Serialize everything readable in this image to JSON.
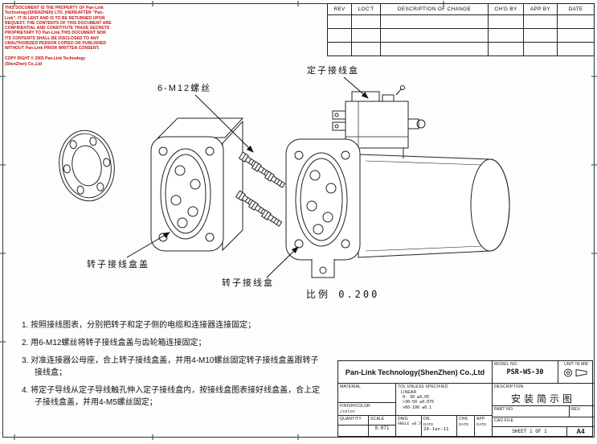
{
  "notice": {
    "confidential": "THIS DOCUMENT IS THE PROPERTY OF Pan-Link Technology(SHENZHEN) LTD. (HEREAFTER \"Pan-Link\". IT IS LENT AND IS TO BE RETURNED UPON REQUEST. THE CONTENTS OF THIS DOCUMENT ARE CONFIDENTIAL AND CONSTITUTE TRADE SECRETS PROPRIETARY TO Pan-Link.THIS DOCUMENT NOR ITS CONTENTS SHALL BE DISCLOSED TO ANY UNAUTHORIZED PERSON COPIED OR PUBLISHED WITHOUT Pan-Link PRIOR WRITTEN CONSENT.",
    "copyright": "COPY RIGHT © 2005 Pan-Link Technology\n(ShenZhen) Co.,Ltd"
  },
  "revision_table": {
    "headers": [
      "REV",
      "LOC'T",
      "DESCRIPTION OF CHANGE",
      "CH'G BY",
      "APP BY",
      "DATE"
    ]
  },
  "drawing": {
    "labels": {
      "screws": "6-M12螺丝",
      "stator_box": "定子接线盒",
      "rotor_box_cover": "转子接线盒盖",
      "rotor_box": "转子接线盒",
      "scale_note": "比例 0.200"
    }
  },
  "instructions": [
    "1. 按照接线图表，分别把转子和定子侧的电缆和连接器连接固定；",
    "2. 用6-M12螺丝将转子接线盒盖与齿轮箱连接固定；",
    "3. 对准连接器公母座，合上转子接线盒盖，并用4-M10螺丝固定转子接线盒盖跟转子接线盒；",
    "4. 将定子导线从定子导线触孔伸入定子接线盒内，按接线盒图表接好线盒盖，合上定子接线盒盖，并用4-M5螺丝固定；"
  ],
  "title_block": {
    "company": "Pan-Link Technology(ShenZhen) Co.,Ltd",
    "model_label": "MODEL NO.",
    "model_value": "PSR-WS-30",
    "unit_label": "UNIT IN MM",
    "material_label": "MATERIAL",
    "tol_title": "TOL UNLESS SPECIFIED",
    "tol_sub": "LINEAR",
    "tol_rows": [
      "0- 30   ±0.05",
      ">30-50   ±0.075",
      ">60-100  ±0.1"
    ],
    "angle_line": "ANGLE  ±0.5°",
    "description_label": "DESCRIPTION",
    "description_value": "安装简示图",
    "finish_label": "FINISH/COLOR",
    "finish_value": "/color",
    "part_no_label": "PART NO.",
    "rev_label": "REV.",
    "cad_file_label": "CAD FILE",
    "quantity_label": "QUANTITY",
    "scale_label": "SCALE",
    "scale_value": "0.071",
    "dwg_label": "DWG",
    "dr_label": "DR.",
    "chk_label": "CHK",
    "app_label": "APP",
    "date_label": "DATE",
    "dr_date": "20-Jan-11",
    "sheet_label": "SHEET 1 OF 1",
    "size_label": "A4"
  }
}
